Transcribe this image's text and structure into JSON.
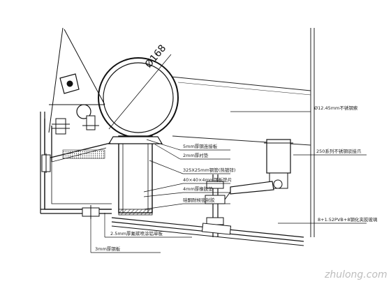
{
  "diagram": {
    "dimension": "Ø168",
    "labels": {
      "cable_right": "Ø12.45mm不锈钢索",
      "plate_5mm": "5mm厚钢连接板",
      "pad_2mm": "2mm厚衬垫",
      "tube": "325X25mm钢管(热镀锌)",
      "plate_40x40": "40×40×4mm钢板垫片",
      "rubber_4mm": "4mm厚橡胶垫",
      "sealant": "硅酮耐候密封胶",
      "claw_250": "250系列不锈钢驳接爪",
      "glass": "8+1.52PVB+8钢化夹胶玻璃",
      "aluminum_panel": "2.5mm厚氟碳喷涂铝单板",
      "steel_plate_3mm": "3mm厚钢板"
    },
    "watermark": "zhulong.com"
  }
}
